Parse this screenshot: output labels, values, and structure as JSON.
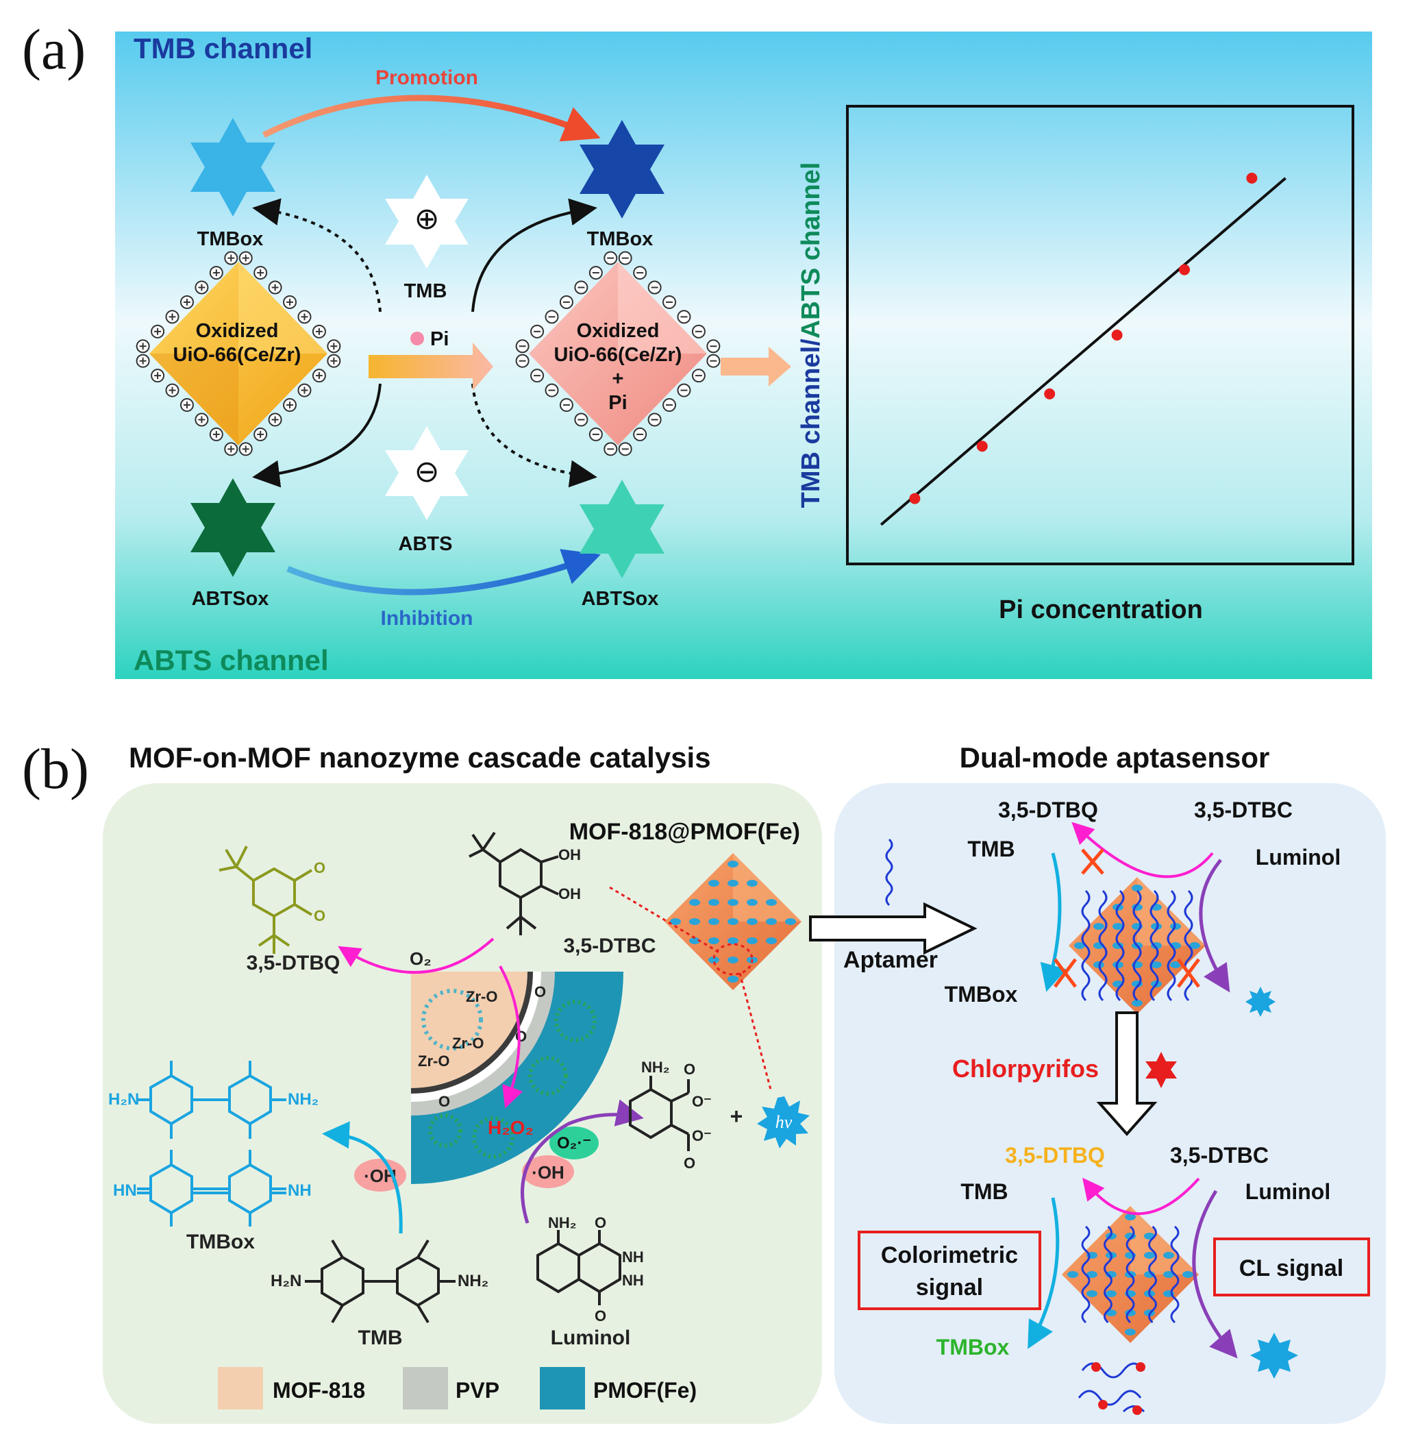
{
  "panel_a": {
    "letter": "(a)",
    "tmb_channel_label": "TMB channel",
    "abts_channel_label": "ABTS channel",
    "promotion_label": "Promotion",
    "inhibition_label": "Inhibition",
    "tmbox_left": "TMBox",
    "tmbox_right": "TMBox",
    "abtsox_left": "ABTSox",
    "abtsox_right": "ABTSox",
    "tmb_label": "TMB",
    "abts_label": "ABTS",
    "plus_sign": "⊕",
    "minus_sign": "⊖",
    "pi_label": "Pi",
    "left_octahedron": {
      "line1": "Oxidized",
      "line2": "UiO-66(Ce/Zr)"
    },
    "right_octahedron": {
      "line1": "Oxidized",
      "line2": "UiO-66(Ce/Zr)",
      "line3": "+",
      "line4": "Pi"
    },
    "plot": {
      "ylabel_part1": "TMB channel",
      "ylabel_sep": "/",
      "ylabel_part2": "ABTS channel",
      "xlabel": "Pi concentration",
      "points": [
        [
          1,
          1.0
        ],
        [
          2,
          1.8
        ],
        [
          3,
          2.6
        ],
        [
          4,
          3.5
        ],
        [
          5,
          4.5
        ],
        [
          6,
          5.9
        ]
      ],
      "fit": [
        [
          0.5,
          0.6
        ],
        [
          6.5,
          5.9
        ]
      ],
      "xlim": [
        0,
        7.5
      ],
      "ylim": [
        0,
        7.0
      ]
    },
    "colors": {
      "bg_top": "#5bcdee",
      "bg_mid": "#ecf8fb",
      "bg_bottom": "#2fd3c0",
      "tmb_text": "#1a3a9e",
      "abts_text": "#0e8a5a",
      "promotion": "#e8453c",
      "inhibition": "#2a66c8"
    }
  },
  "panel_b": {
    "letter": "(b)",
    "left_title": "MOF-on-MOF nanozyme cascade catalysis",
    "right_title": "Dual-mode aptasensor",
    "mof_label": "MOF-818@PMOF(Fe)",
    "dtbq": "3,5-DTBQ",
    "dtbc": "3,5-DTBC",
    "o2": "O₂",
    "h2o2": "H₂O₂",
    "o2_radical": "O₂·⁻",
    "oh_radical_1": "·OH",
    "oh_radical_2": "·OH",
    "zro_1": "Zr-O",
    "zro_2": "Zr-O",
    "zro_3": "Zr-O",
    "carbonyl_1": "O",
    "carbonyl_2": "O",
    "carbonyl_3": "O",
    "oh_group_1": "OH",
    "oh_group_2": "OH",
    "ketone_1": "O",
    "ketone_2": "O",
    "h2n_left": "H₂N",
    "nh2_right": "NH₂",
    "hn_left": "HN",
    "nh_right": "NH",
    "tmbox_struct": "TMBox",
    "tmb_struct": "TMB",
    "tmb_h2n": "H₂N",
    "tmb_nh2": "NH₂",
    "luminol_label": "Luminol",
    "luminol_nh2": "NH₂",
    "luminol_o1": "O",
    "luminol_o2": "O",
    "luminol_nh1": "NH",
    "luminol_nh2b": "NH",
    "aminophthalate_nh2": "NH₂",
    "aminophthalate_o1": "O",
    "aminophthalate_o2": "O⁻",
    "aminophthalate_o3": "O⁻",
    "aminophthalate_o4": "O",
    "plus": "+",
    "hv": "hv",
    "aptamer": "Aptamer",
    "sensor_top": {
      "dtbq": "3,5-DTBQ",
      "dtbc": "3,5-DTBC",
      "tmb": "TMB",
      "luminol": "Luminol",
      "tmbox": "TMBox"
    },
    "chlorpyrifos": "Chlorpyrifos",
    "sensor_bottom": {
      "dtbq": "3,5-DTBQ",
      "dtbc": "3,5-DTBC",
      "tmb": "TMB",
      "luminol": "Luminol",
      "tmbox": "TMBox",
      "colorimetric_1": "Colorimetric",
      "colorimetric_2": "signal",
      "cl": "CL signal"
    },
    "legend": [
      {
        "name": "MOF-818",
        "color": "#f3cfb0"
      },
      {
        "name": "PVP",
        "color": "#c5c9c4"
      },
      {
        "name": "PMOF(Fe)",
        "color": "#1f95b5"
      }
    ]
  }
}
